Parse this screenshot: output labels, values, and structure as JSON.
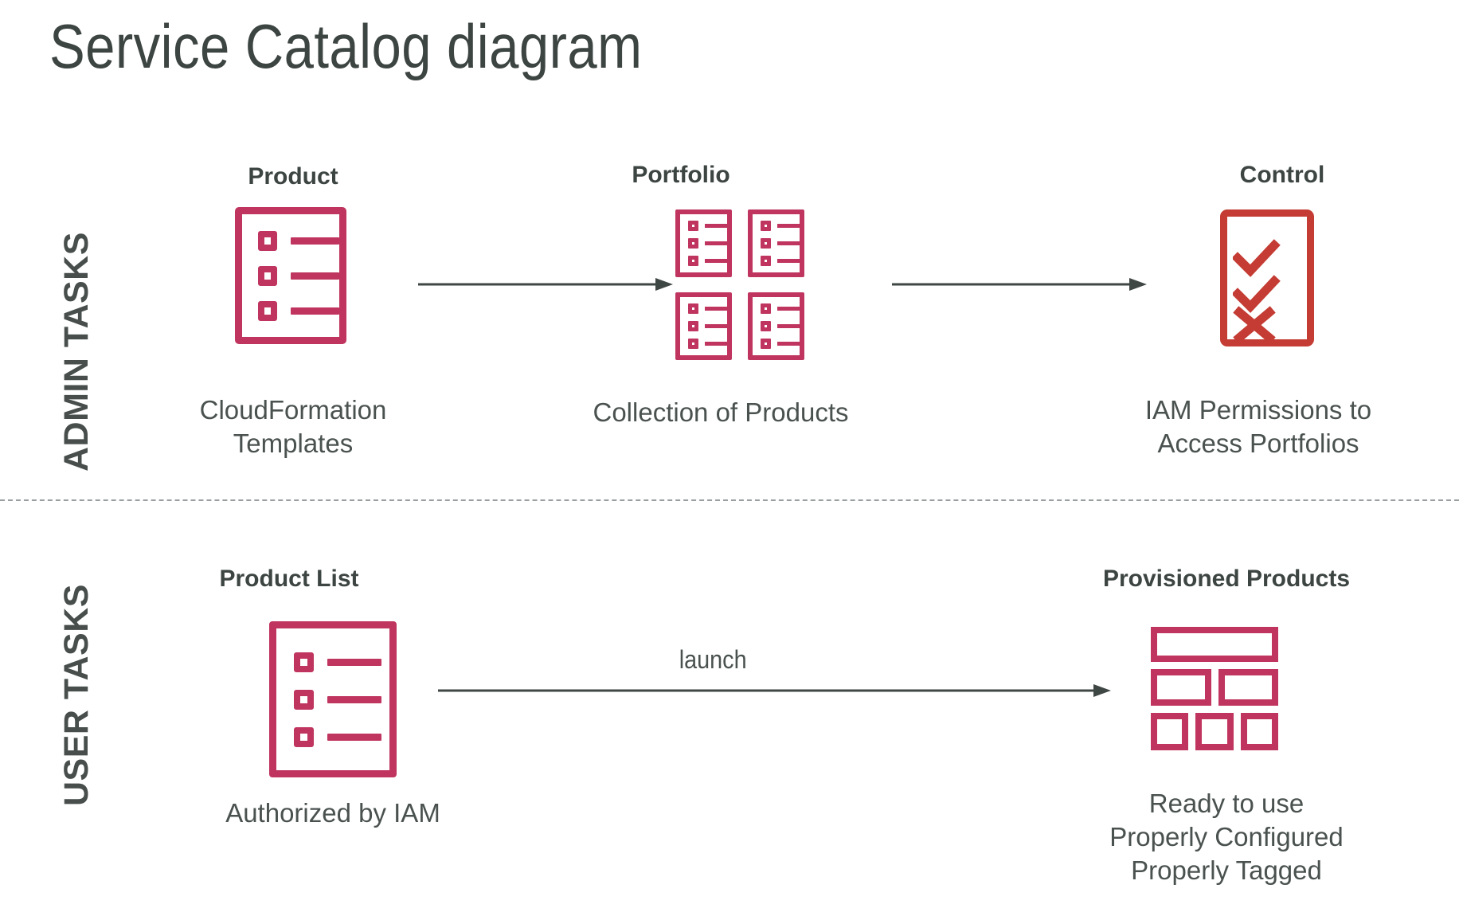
{
  "page": {
    "title": "Service Catalog diagram",
    "background": "#ffffff"
  },
  "colors": {
    "title_text": "#3d4543",
    "body_text": "#4a5250",
    "heading_text": "#3d4543",
    "icon_pink": "#c0355f",
    "icon_red": "#c43c33",
    "arrow": "#3f4744",
    "divider": "#9aa0a0"
  },
  "sections": {
    "admin": {
      "side_label": "ADMIN TASKS",
      "nodes": [
        {
          "id": "product",
          "heading": "Product",
          "icon": "list-document-icon",
          "caption": "CloudFormation\nTemplates"
        },
        {
          "id": "portfolio",
          "heading": "Portfolio",
          "icon": "portfolio-grid-icon",
          "caption": "Collection of Products"
        },
        {
          "id": "control",
          "heading": "Control",
          "icon": "checklist-approval-icon",
          "caption": "IAM Permissions to\nAccess Portfolios"
        }
      ],
      "arrows": [
        {
          "id": "product-to-portfolio",
          "label": ""
        },
        {
          "id": "portfolio-to-control",
          "label": ""
        }
      ]
    },
    "user": {
      "side_label": "USER TASKS",
      "nodes": [
        {
          "id": "product-list",
          "heading": "Product List",
          "icon": "list-document-icon",
          "caption": "Authorized by IAM"
        },
        {
          "id": "provisioned-products",
          "heading": "Provisioned Products",
          "icon": "dashboard-grid-icon",
          "caption": "Ready to use\nProperly Configured\nProperly Tagged"
        }
      ],
      "arrows": [
        {
          "id": "launch-arrow",
          "label": "launch"
        }
      ]
    }
  }
}
